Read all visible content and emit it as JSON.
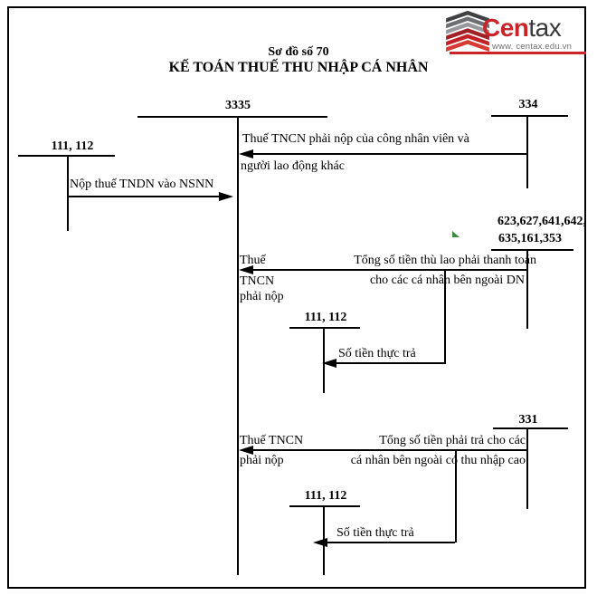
{
  "header": {
    "subtitle": "Sơ đồ số 70",
    "title": "KẾ TOÁN THUẾ THU NHẬP CÁ NHÂN"
  },
  "logo": {
    "brand_primary": "Cen",
    "brand_secondary": "tax",
    "website": "www. centax.edu.vn",
    "colors": {
      "brand_red": "#c9242a",
      "brand_dark": "#38383a",
      "website_gray": "#6f7072",
      "layer_grays": [
        "#414042",
        "#6d6e71",
        "#96989b"
      ],
      "layer_reds": [
        "#a32024",
        "#c22026",
        "#d63a32"
      ]
    }
  },
  "accounts": {
    "acct_3335": {
      "label": "3335"
    },
    "acct_334": {
      "label": "334"
    },
    "acct_111_112_top": {
      "label": "111, 112"
    },
    "acct_623": {
      "label_line1": "623,627,641,642,",
      "label_line2": "635,161,353"
    },
    "acct_111_112_mid": {
      "label": "111, 112"
    },
    "acct_331": {
      "label": "331"
    },
    "acct_111_112_bottom": {
      "label": "111, 112"
    }
  },
  "flows": {
    "tncn_from_334": {
      "line1": "Thuế TNCN phải nộp của công nhân viên và",
      "line2": "người lao động khác"
    },
    "nop_thue": {
      "label": "Nộp thuế TNDN vào NSNN"
    },
    "thu_lao": {
      "left1": "Thuế",
      "left2": "TNCN",
      "left3": "phải nộp",
      "right1": "Tổng số tiền thù lao phải thanh toán",
      "right2": "cho các cá nhân bên ngoài DN"
    },
    "thuc_tra_mid": {
      "label": "Số tiền thực trả"
    },
    "phai_tra_331": {
      "left1": "Thuế TNCN",
      "left2": "phải nộp",
      "right1": "Tổng số tiền phải trả cho các",
      "right2": "cá nhân bên ngoài có thu nhập cao"
    },
    "thuc_tra_bottom": {
      "label": "Số tiền thực trả"
    }
  },
  "marks": {
    "green_arrow_color": "#3a8a3d"
  }
}
